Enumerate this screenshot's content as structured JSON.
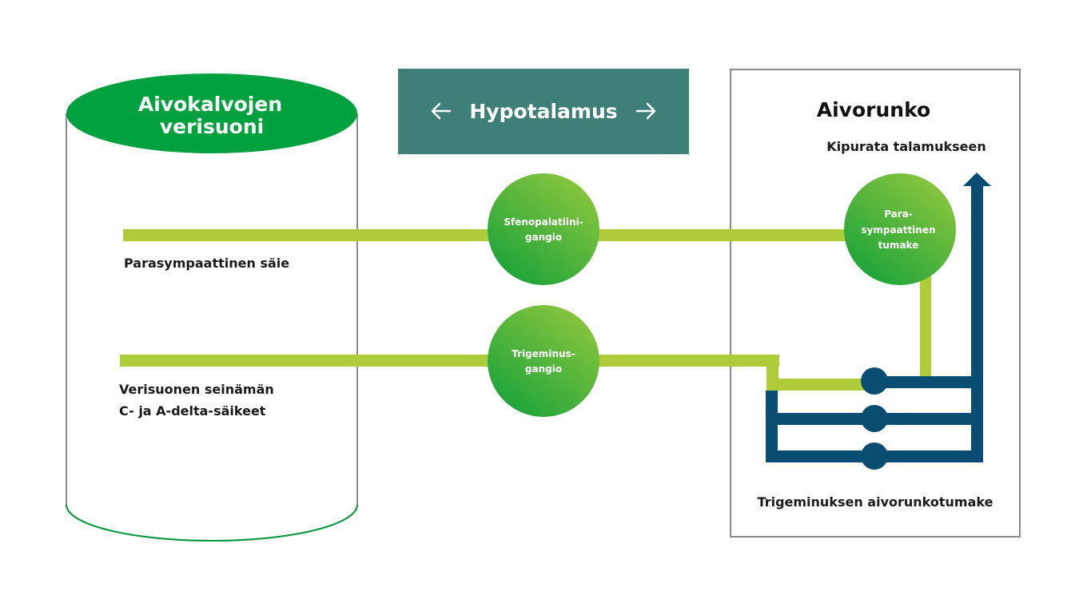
{
  "vessel": {
    "title_line1": "Aivokalvojen",
    "title_line2": "verisuoni"
  },
  "hypothalamus": {
    "label": "Hypotalamus",
    "arrow_left_icon": "arrow-left-icon",
    "arrow_right_icon": "arrow-right-icon"
  },
  "brainstem": {
    "title": "Aivorunko",
    "pain_pathway": "Kipurata talamukseen",
    "nucleus_label": "Trigeminuksen aivorunkotumake"
  },
  "fibers": {
    "parasympathetic": "Parasympaattinen säie",
    "vessel_wall_line1": "Verisuonen seinämän",
    "vessel_wall_line2": "C- ja A-delta-säikeet"
  },
  "ganglia": {
    "sphenopalatine_line1": "Sfenopalatiini-",
    "sphenopalatine_line2": "gangio",
    "trigeminal_line1": "Trigeminus-",
    "trigeminal_line2": "gangio",
    "parasympathetic_nucleus_line1": "Para-",
    "parasympathetic_nucleus_line2": "sympaattinen",
    "parasympathetic_nucleus_line3": "tumake"
  },
  "colors": {
    "green_dark": "#009a3e",
    "green_light": "#aecb39",
    "teal": "#3e7f78",
    "navy": "#0a4d73",
    "gray_border": "#8a8a8a"
  }
}
